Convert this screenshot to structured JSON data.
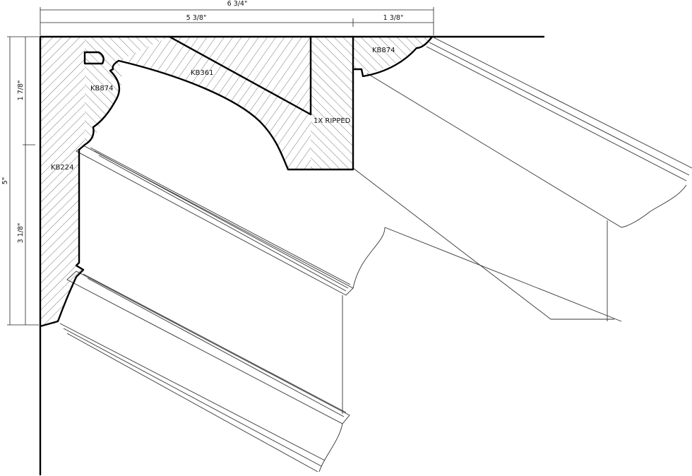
{
  "dimensions": {
    "overall_width": "6 3/4\"",
    "left_width": "5 3/8\"",
    "right_width": "1 3/8\"",
    "overall_height": "5\"",
    "upper_height": "1 7/8\"",
    "lower_height": "3 1/8\""
  },
  "labels": {
    "kb874_left": "KB874",
    "kb361": "KB361",
    "kb874_right": "KB874",
    "ripped": "1X RIPPED",
    "kb224": "KB224"
  },
  "colors": {
    "line": "#000000",
    "hatch": "#555555",
    "background": "#ffffff"
  }
}
